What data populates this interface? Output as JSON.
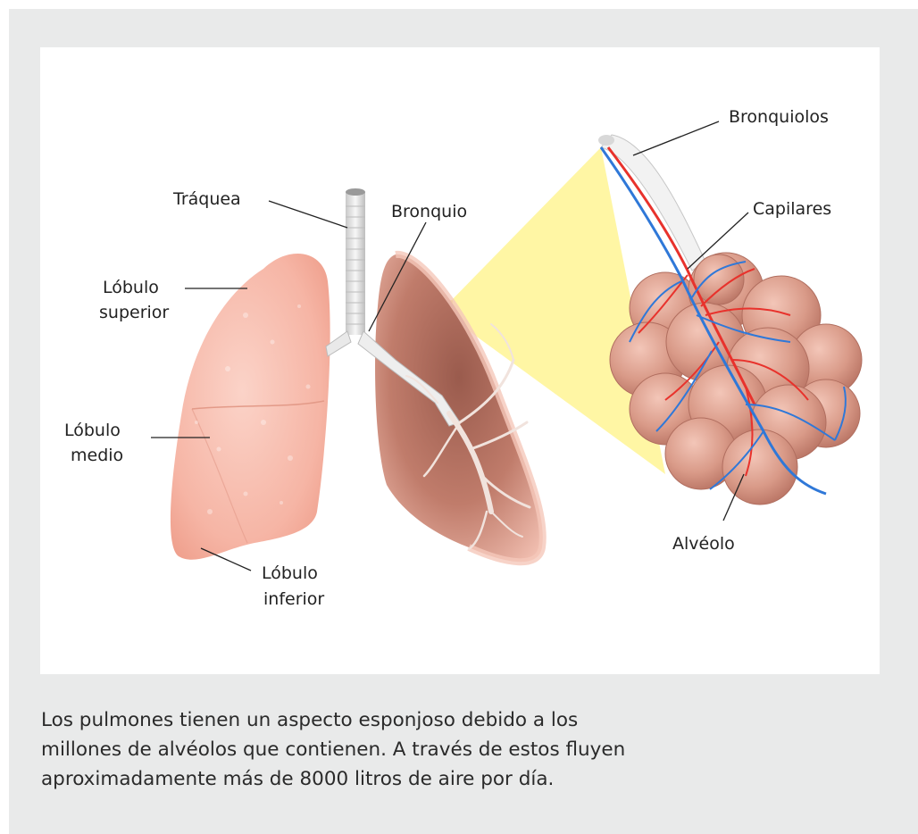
{
  "figure": {
    "labels": {
      "traquea": "Tráquea",
      "bronquio": "Bronquio",
      "lobulo_superior_1": "Lóbulo",
      "lobulo_superior_2": "superior",
      "lobulo_medio_1": "Lóbulo",
      "lobulo_medio_2": "medio",
      "lobulo_inferior_1": "Lóbulo",
      "lobulo_inferior_2": "inferior",
      "bronquiolos": "Bronquiolos",
      "capilares": "Capilares",
      "alveolo": "Alvéolo"
    },
    "colors": {
      "lung_pink": "#f4b3a3",
      "lung_dark": "#8a5044",
      "magnify_yellow": "#fff59a",
      "artery_red": "#e8322c",
      "vein_blue": "#2f78d8",
      "background": "#e9eaea"
    }
  },
  "caption": {
    "line1": "Los pulmones tienen un aspecto esponjoso debido a los",
    "line2": "millones de alvéolos que contienen. A través de estos fluyen",
    "line3": "aproximadamente más de 8000 litros de aire por día."
  }
}
